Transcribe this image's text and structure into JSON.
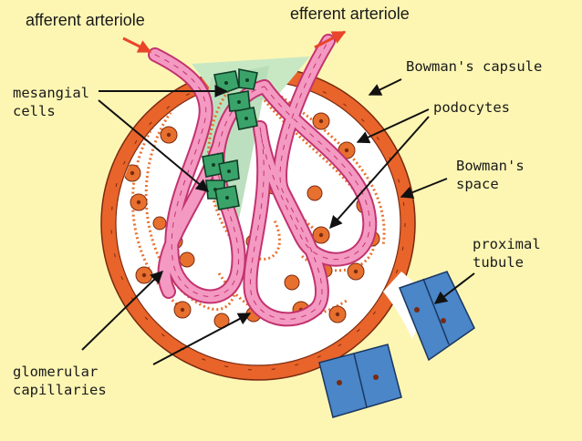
{
  "labels": {
    "afferent_arteriole": "afferent arteriole",
    "efferent_arteriole": "efferent arteriole",
    "bowmans_capsule": "Bowman's capsule",
    "mesangial_cells": "mesangial\ncells",
    "podocytes": "podocytes",
    "bowmans_space": "Bowman's\nspace",
    "proximal_tubule": "proximal\ntubule",
    "glomerular_capillaries": "glomerular\ncapillaries"
  },
  "colors": {
    "background": "#fdf6b3",
    "capsule": "#e8642a",
    "capillary": "#f49ac2",
    "podocyte": "#e8702e",
    "mesangial": "#2e8b57",
    "mesangial_matrix": "#b5ddb8",
    "tubule": "#4a86c8",
    "flow_arrow": "#e8452a"
  }
}
